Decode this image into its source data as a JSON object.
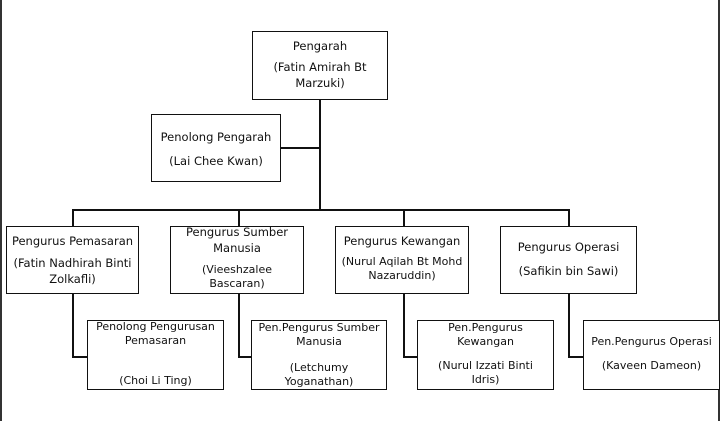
{
  "org_chart": {
    "director": {
      "title": "Pengarah",
      "name": "(Fatin Amirah Bt Marzuki)"
    },
    "assistant_director": {
      "title": "Penolong Pengarah",
      "name": "(Lai Chee Kwan)"
    },
    "managers": [
      {
        "title": "Pengurus Pemasaran",
        "name": "(Fatin Nadhirah Binti Zolkafli)"
      },
      {
        "title": "Pengurus Sumber Manusia",
        "name": "(Vieeshzalee Bascaran)"
      },
      {
        "title": "Pengurus Kewangan",
        "name": "(Nurul Aqilah Bt Mohd Nazaruddin)"
      },
      {
        "title": "Pengurus Operasi",
        "name": "(Safikin bin Sawi)"
      }
    ],
    "assistants": [
      {
        "title": "Penolong Pengurusan Pemasaran",
        "name": "(Choi Li Ting)"
      },
      {
        "title": "Pen.Pengurus Sumber Manusia",
        "name": "(Letchumy Yoganathan)"
      },
      {
        "title": "Pen.Pengurus Kewangan",
        "name": "(Nurul Izzati Binti Idris)"
      },
      {
        "title": "Pen.Pengurus Operasi",
        "name": "(Kaveen Dameon)"
      }
    ]
  }
}
